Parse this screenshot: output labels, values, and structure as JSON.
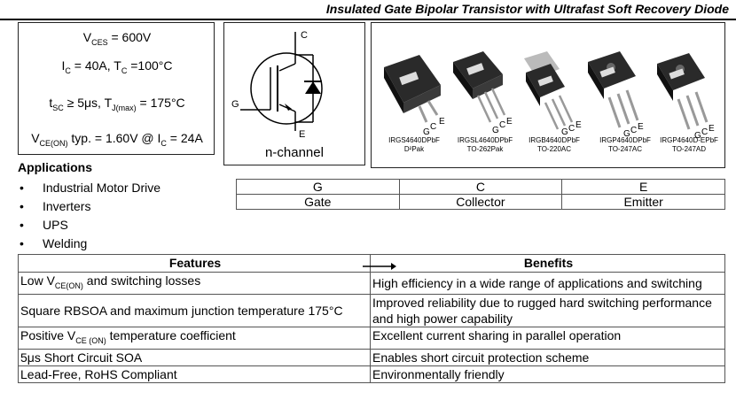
{
  "header": {
    "title": "Insulated Gate Bipolar Transistor  with Ultrafast Soft Recovery Diode"
  },
  "specs": {
    "vces": {
      "sym": "V",
      "sub": "CES",
      "text": " = 600V"
    },
    "ic": {
      "text1": "I",
      "sub1": "C",
      "text2": " = 40A, T",
      "sub2": "C",
      "text3": " =100°C"
    },
    "tsc": {
      "text1": "t",
      "sub1": "SC",
      "text2": " ≥ 5μs, T",
      "sub2": "J(max)",
      "text3": " = 175°C"
    },
    "vce": {
      "text1": "V",
      "sub1": "CE(ON)",
      "text2": " typ. = 1.60V @ I",
      "sub2": "C",
      "text3": " = 24A"
    }
  },
  "symbol": {
    "c": "C",
    "g": "G",
    "e": "E",
    "caption": "n-channel"
  },
  "packages": [
    {
      "part": "IRGS4640DPbF",
      "pkg": "D²Pak"
    },
    {
      "part": "IRGSL4640DPbF",
      "pkg": "TO-262Pak"
    },
    {
      "part": "IRGB4640DPbF",
      "pkg": "TO-220AC"
    },
    {
      "part": "IRGP4640DPbF",
      "pkg": "TO-247AC"
    },
    {
      "part": "IRGP4640D-EPbF",
      "pkg": "TO-247AD"
    }
  ],
  "pin_letters": {
    "g": "G",
    "c": "C",
    "e": "E"
  },
  "applications": {
    "title": "Applications",
    "items": [
      "Industrial Motor Drive",
      "Inverters",
      "UPS",
      "Welding"
    ]
  },
  "pin_table": {
    "symbols": [
      "G",
      "C",
      "E"
    ],
    "names": [
      "Gate",
      "Collector",
      "Emitter"
    ]
  },
  "features_table": {
    "header_features": "Features",
    "header_benefits": "Benefits",
    "rows": [
      {
        "f1": "Low V",
        "fsub": "CE(ON)",
        "f2": " and switching losses",
        "benefit": "High efficiency in a wide range of applications and switching"
      },
      {
        "f1": "Square RBSOA and maximum junction temperature 175°C",
        "fsub": "",
        "f2": "",
        "benefit": "Improved reliability due to rugged hard switching performance and high power capability"
      },
      {
        "f1": "Positive V",
        "fsub": "CE (ON)",
        "f2": " temperature coefficient",
        "benefit": "Excellent current sharing in parallel operation"
      },
      {
        "f1": "5μs Short Circuit SOA",
        "fsub": "",
        "f2": "",
        "benefit": "Enables short circuit protection scheme"
      },
      {
        "f1": "Lead-Free, RoHS Compliant",
        "fsub": "",
        "f2": "",
        "benefit": "Environmentally friendly"
      }
    ]
  }
}
